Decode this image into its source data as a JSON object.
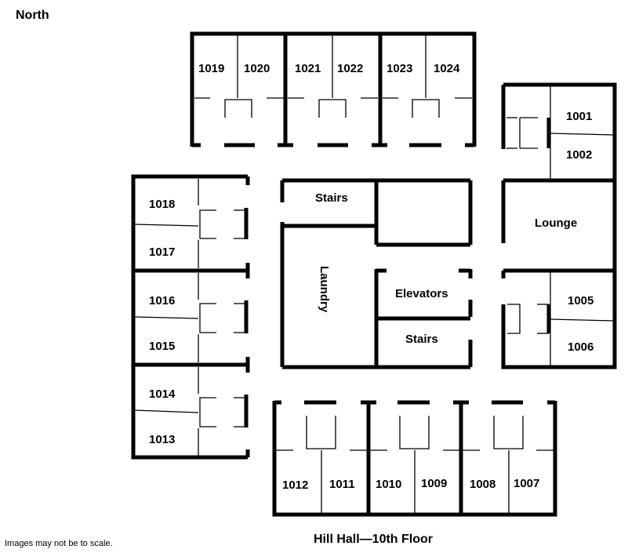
{
  "orientation_label": "North",
  "caption": "Hill Hall—10th Floor",
  "note": "Images may not be to scale.",
  "areas": {
    "stairs_north": "Stairs",
    "laundry": "Laundry",
    "elevators": "Elevators",
    "stairs_south": "Stairs",
    "lounge": "Lounge"
  },
  "rooms": {
    "r1001": "1001",
    "r1002": "1002",
    "r1005": "1005",
    "r1006": "1006",
    "r1007": "1007",
    "r1008": "1008",
    "r1009": "1009",
    "r1010": "1010",
    "r1011": "1011",
    "r1012": "1012",
    "r1013": "1013",
    "r1014": "1014",
    "r1015": "1015",
    "r1016": "1016",
    "r1017": "1017",
    "r1018": "1018",
    "r1019": "1019",
    "r1020": "1020",
    "r1021": "1021",
    "r1022": "1022",
    "r1023": "1023",
    "r1024": "1024"
  }
}
